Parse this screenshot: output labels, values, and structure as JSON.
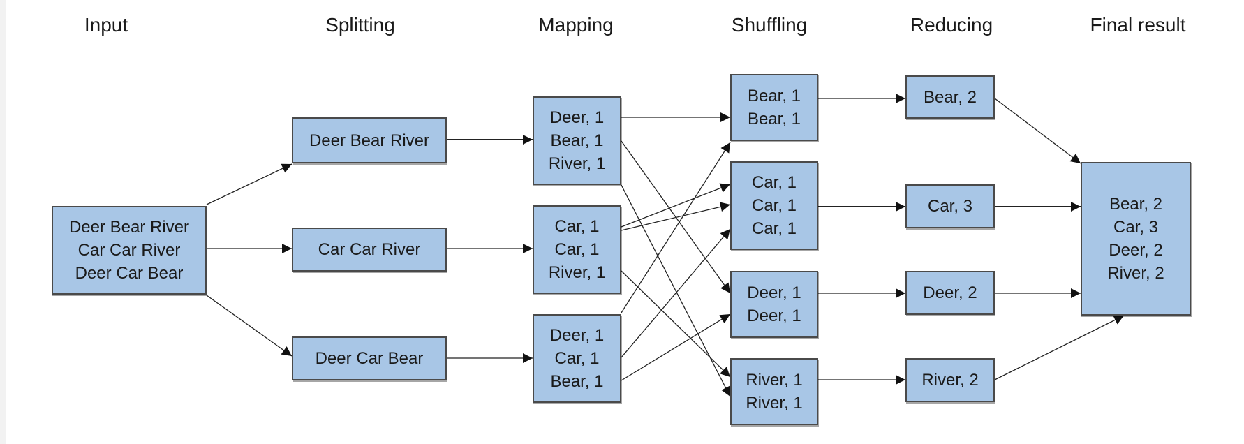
{
  "headers": {
    "input": "Input",
    "splitting": "Splitting",
    "mapping": "Mapping",
    "shuffling": "Shuffling",
    "reducing": "Reducing",
    "final": "Final result"
  },
  "input": [
    "Deer Bear River",
    "Car Car River",
    "Deer Car Bear"
  ],
  "splits": [
    "Deer Bear River",
    "Car Car River",
    "Deer Car Bear"
  ],
  "maps": [
    [
      "Deer, 1",
      "Bear, 1",
      "River, 1"
    ],
    [
      "Car, 1",
      "Car, 1",
      "River, 1"
    ],
    [
      "Deer, 1",
      "Car, 1",
      "Bear, 1"
    ]
  ],
  "shuffles": [
    [
      "Bear, 1",
      "Bear, 1"
    ],
    [
      "Car, 1",
      "Car, 1",
      "Car, 1"
    ],
    [
      "Deer, 1",
      "Deer, 1"
    ],
    [
      "River, 1",
      "River, 1"
    ]
  ],
  "reduces": [
    "Bear, 2",
    "Car, 3",
    "Deer, 2",
    "River, 2"
  ],
  "final": [
    "Bear, 2",
    "Car, 3",
    "Deer, 2",
    "River, 2"
  ]
}
